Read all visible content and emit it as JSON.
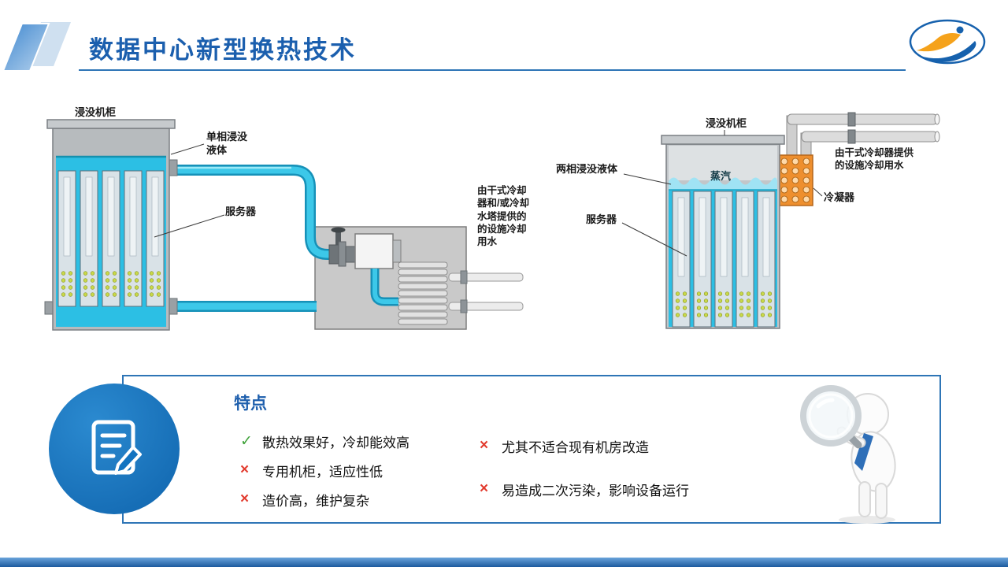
{
  "slide": {
    "title": "数据中心新型换热技术"
  },
  "left_diagram": {
    "cabinet_label": "浸没机柜",
    "liquid_label": "单相浸没液体",
    "server_label": "服务器",
    "water_label": "由干式冷却器和/或冷却水塔提供的的设施冷却用水"
  },
  "right_diagram": {
    "cabinet_label": "浸没机柜",
    "liquid_label": "两相浸没液体",
    "vapor_label": "蒸汽",
    "server_label": "服务器",
    "condenser_label": "冷凝器",
    "water_label": "由干式冷却器提供的设施冷却用水"
  },
  "features": {
    "title": "特点",
    "icon": "document-pencil-icon",
    "figure": "magnifier-figure",
    "items_left": [
      {
        "mark": "✓",
        "text": "散热效果好，冷却能效高"
      },
      {
        "mark": "×",
        "text": "专用机柜，适应性低"
      },
      {
        "mark": "×",
        "text": "造价高，维护复杂"
      }
    ],
    "items_right": [
      {
        "mark": "×",
        "text": "尤其不适合现有机房改造"
      },
      {
        "mark": "×",
        "text": "易造成二次污染，影响设备运行"
      }
    ]
  },
  "colors": {
    "title_blue": "#1b5fae",
    "accent_blue": "#2e75b6",
    "coolant_cyan": "#2cbfe4",
    "condenser_orange": "#ee8f2e",
    "check_green": "#3fa23a",
    "cross_red": "#e23b2e",
    "badge_circle_blue": "#1273c0"
  }
}
